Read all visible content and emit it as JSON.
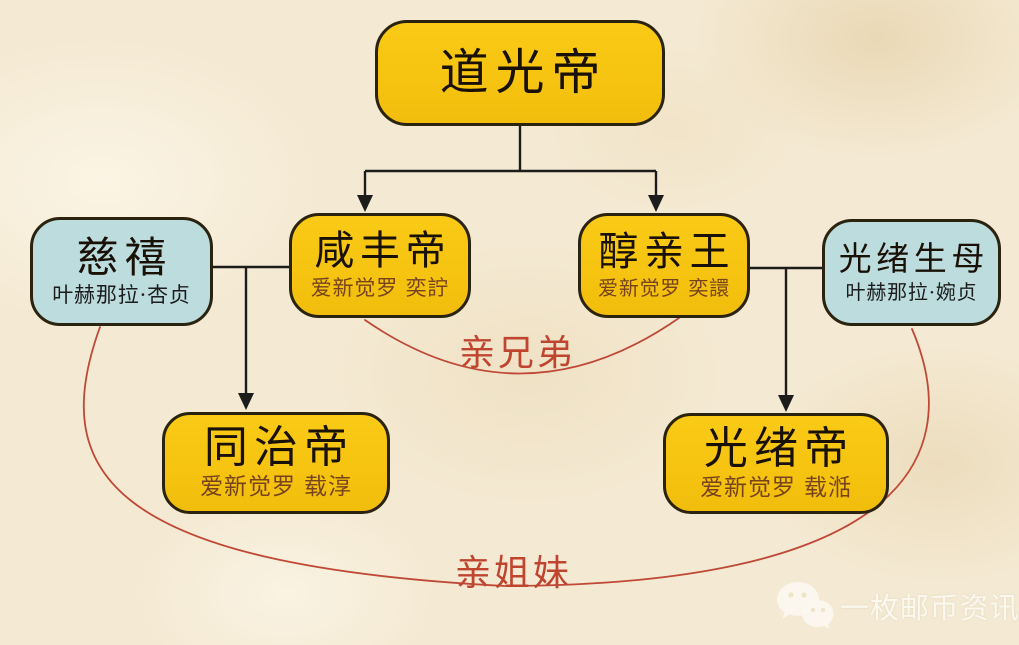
{
  "nodes": {
    "daoguang": {
      "title": "道光帝"
    },
    "cixi": {
      "title": "慈禧",
      "subtitle": "叶赫那拉·杏贞"
    },
    "xianfeng": {
      "title": "咸丰帝",
      "subtitle": "爱新觉罗 奕詝"
    },
    "chun": {
      "title": "醇亲王",
      "subtitle": "爱新觉罗 奕譞"
    },
    "guangxu_mother": {
      "title": "光绪生母",
      "subtitle": "叶赫那拉·婉贞"
    },
    "tongzhi": {
      "title": "同治帝",
      "subtitle": "爱新觉罗 载淳"
    },
    "guangxu": {
      "title": "光绪帝",
      "subtitle": "爱新觉罗 载湉"
    }
  },
  "relations": {
    "brothers": "亲兄弟",
    "sisters": "亲姐妹"
  },
  "watermark": {
    "text": "一枚邮币资讯",
    "icon": "wechat-icon"
  },
  "colors": {
    "gold_box": "#F6C411",
    "blue_box": "#BCDCDE",
    "relation_red": "#C0452F",
    "connector_black": "#1C1C1C",
    "background_parchment": "#F4E9D2"
  }
}
